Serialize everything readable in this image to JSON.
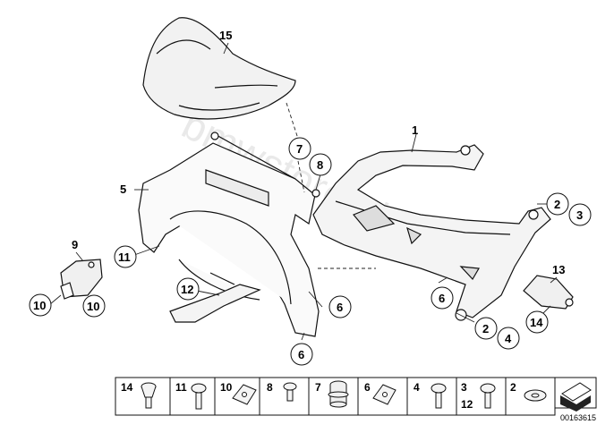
{
  "watermark": "bmwstore.pl",
  "diagram_id": "00163615",
  "callouts": {
    "c1": "1",
    "c2a": "2",
    "c3a": "3",
    "c2b": "2",
    "c4": "4",
    "c5": "5",
    "c6a": "6",
    "c6b": "6",
    "c6c": "6",
    "c7": "7",
    "c8": "8",
    "c9": "9",
    "c10a": "10",
    "c10b": "10",
    "c11": "11",
    "c12": "12",
    "c13": "13",
    "c14": "14",
    "c15": "15"
  },
  "legend": [
    {
      "num": "14",
      "part": "plug"
    },
    {
      "num": "11",
      "part": "screw"
    },
    {
      "num": "10",
      "part": "clip-nut"
    },
    {
      "num": "8",
      "part": "screw"
    },
    {
      "num": "7",
      "part": "rubber-grommet"
    },
    {
      "num": "6",
      "part": "clip-nut"
    },
    {
      "num": "4",
      "part": "screw"
    },
    {
      "num": "3",
      "num2": "12",
      "part": "screw"
    },
    {
      "num": "2",
      "part": "washer"
    }
  ]
}
